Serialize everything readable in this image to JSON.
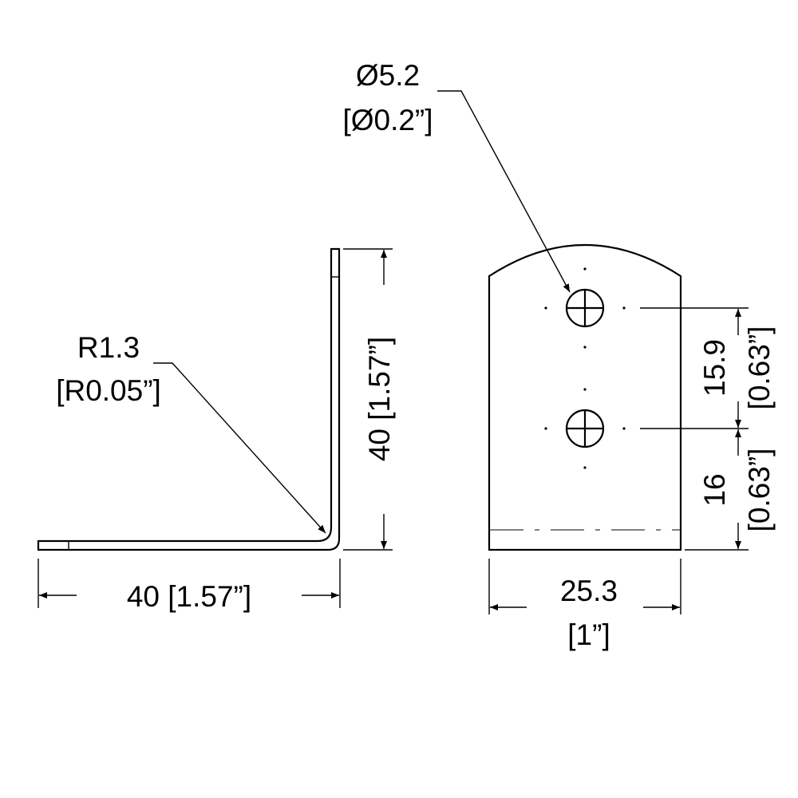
{
  "dimensions": {
    "hole_diameter": {
      "metric": "Ø5.2",
      "imperial": "[Ø0.2”]"
    },
    "bend_radius": {
      "metric": "R1.3",
      "imperial": "[R0.05”]"
    },
    "leg_height": {
      "text": "40 [1.57”]"
    },
    "leg_length": {
      "text": "40 [1.57”]"
    },
    "width": {
      "metric": "25.3",
      "imperial": "[1”]"
    },
    "hole_spacing": {
      "metric": "15.9",
      "imperial": "[0.63”]"
    },
    "hole_to_edge": {
      "metric": "16",
      "imperial": "[0.63”]"
    }
  },
  "colors": {
    "line": "#000000",
    "hidden_line": "#808080",
    "background": "#ffffff"
  }
}
